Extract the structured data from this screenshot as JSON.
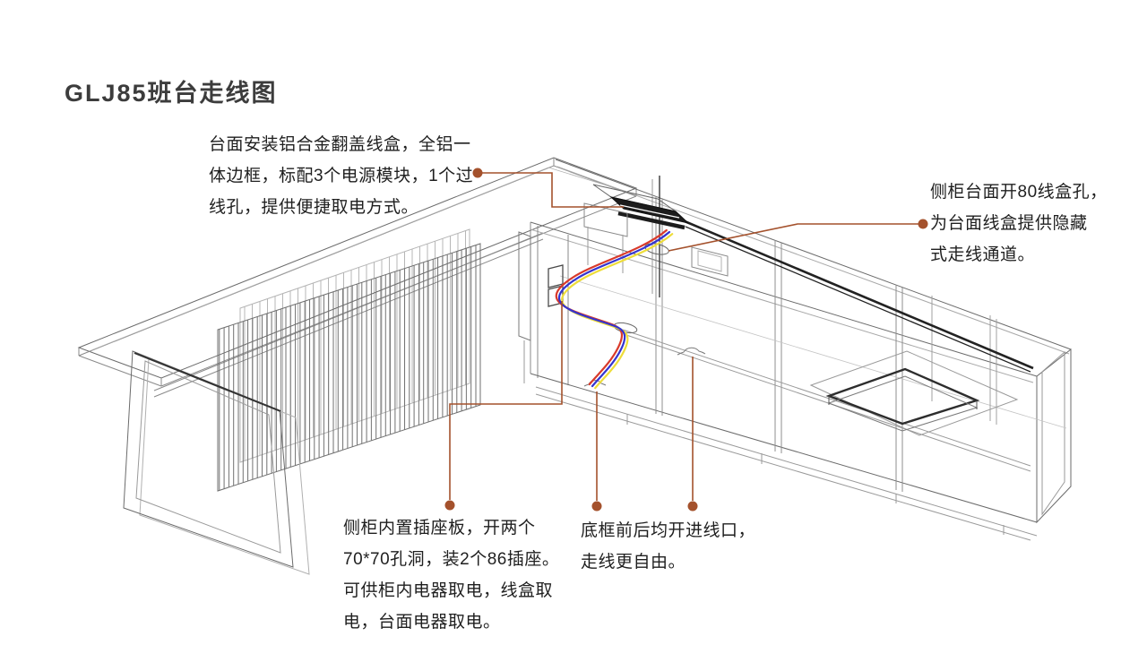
{
  "title": {
    "text": "GLJ85班台走线图"
  },
  "colors": {
    "background": "#ffffff",
    "title_text": "#3c3c3c",
    "annotation_text": "#1f1f1f",
    "leader": "#a4512c",
    "wire_red": "#d93a2b",
    "wire_blue": "#3434cf",
    "wire_yellow": "#eedd3a",
    "wireframe": "#6b6b6b",
    "wireframe_dark": "#1c1c1c"
  },
  "annotations": {
    "linebox": {
      "lines": [
        "台面安装铝合金翻盖线盒，全铝一",
        "体边框，标配3个电源模块，1个过",
        "线孔，提供便捷取电方式。"
      ]
    },
    "sidehole": {
      "lines": [
        "侧柜台面开80线盒孔，",
        "为台面线盒提供隐藏",
        "式走线通道。"
      ]
    },
    "socket": {
      "lines": [
        "侧柜内置插座板，开两个",
        "70*70孔洞，装2个86插座。",
        "可供柜内电器取电，线盒取",
        "电，台面电器取电。"
      ]
    },
    "inlet": {
      "lines": [
        "底框前后均开进线口，",
        "走线更自由。"
      ]
    }
  }
}
